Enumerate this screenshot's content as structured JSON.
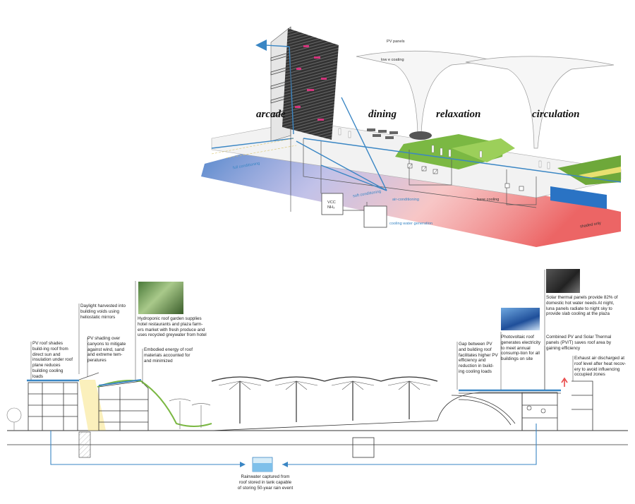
{
  "top_diagram": {
    "zones": [
      "arcade",
      "dining",
      "relaxation",
      "circulation"
    ],
    "labels": {
      "pv_panels": "PV panels",
      "low_e_coating": "low e coating",
      "full_conditioning": "full conditioning",
      "soft_conditioning": "soft conditioning",
      "air_conditioning": "air-conditioning",
      "base_cooling": "base cooling",
      "vcc": "VCC",
      "nh3": "NH₃",
      "cooling_water_generation": "cooling water generation",
      "shaded_only": "shaded only"
    }
  },
  "section_notes": {
    "pv_roof": "PV roof shades build-ing roof from direct sun and insulation under roof plane reduces building cooling loads",
    "daylight": "Daylight harvested into building voids using heliostatic mirrors",
    "pv_shading": "PV shading over canyons to mitigate against wind, sand and extreme tem-peratures",
    "hydroponic": "Hydroponic roof garden supplies hotel restaurants and plaza farm-ers market with fresh produce and uses recycled greywater from hotel",
    "embodied": "Embodied energy of roof materials accounted for and minimized",
    "gap_pv": "Gap between PV and building roof facilitates higher PV efficiency and reduction in build-ing cooling loads",
    "photovoltaic": "Photovoltaic roof generates electricity to meet annual consump-tion for all buildings on site",
    "solar_thermal": "Solar thermal panels provide 82% of domestic hot water needs At night, luna panels radiate to night sky to provide slab cooling at the plaza",
    "combined_pv": "Combined PV and Solar Thermal panels (PV/T) saves roof area by gaining efficiency",
    "exhaust": "Exhaust air discharged at roof level after heat recov-ery to avoid influencing occupied zones",
    "rainwater": "Rainwater captured from roof stored in tank capable of storing 50-year rain event"
  },
  "colors": {
    "water_line": "#3a86c4",
    "cool_blue": "#2f6fc1",
    "warm_red": "#e94a4a",
    "green_roof": "#7bb843",
    "pv_magenta": "#d4347c"
  }
}
